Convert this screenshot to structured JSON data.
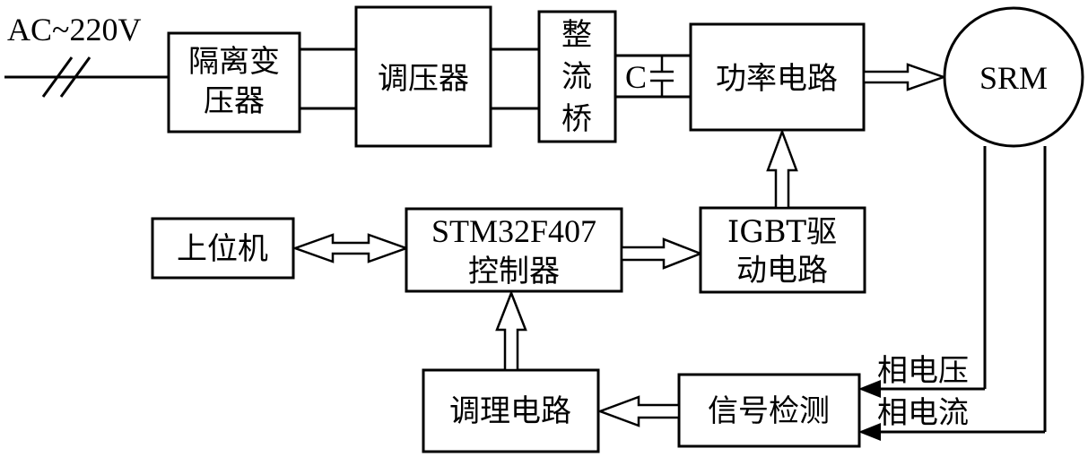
{
  "source": {
    "label": "AC~220V"
  },
  "blocks": {
    "isolation_transformer": [
      "隔离变",
      "压器"
    ],
    "voltage_regulator": "调压器",
    "rectifier_bridge": [
      "整",
      "流",
      "桥"
    ],
    "capacitor": "C",
    "power_circuit": "功率电路",
    "motor": "SRM",
    "host_computer": "上位机",
    "controller": [
      "STM32F407",
      "控制器"
    ],
    "igbt_driver": [
      "IGBT驱",
      "动电路"
    ],
    "conditioning_circuit": "调理电路",
    "signal_detection": "信号检测"
  },
  "signals": {
    "phase_voltage": "相电压",
    "phase_current": "相电流"
  }
}
